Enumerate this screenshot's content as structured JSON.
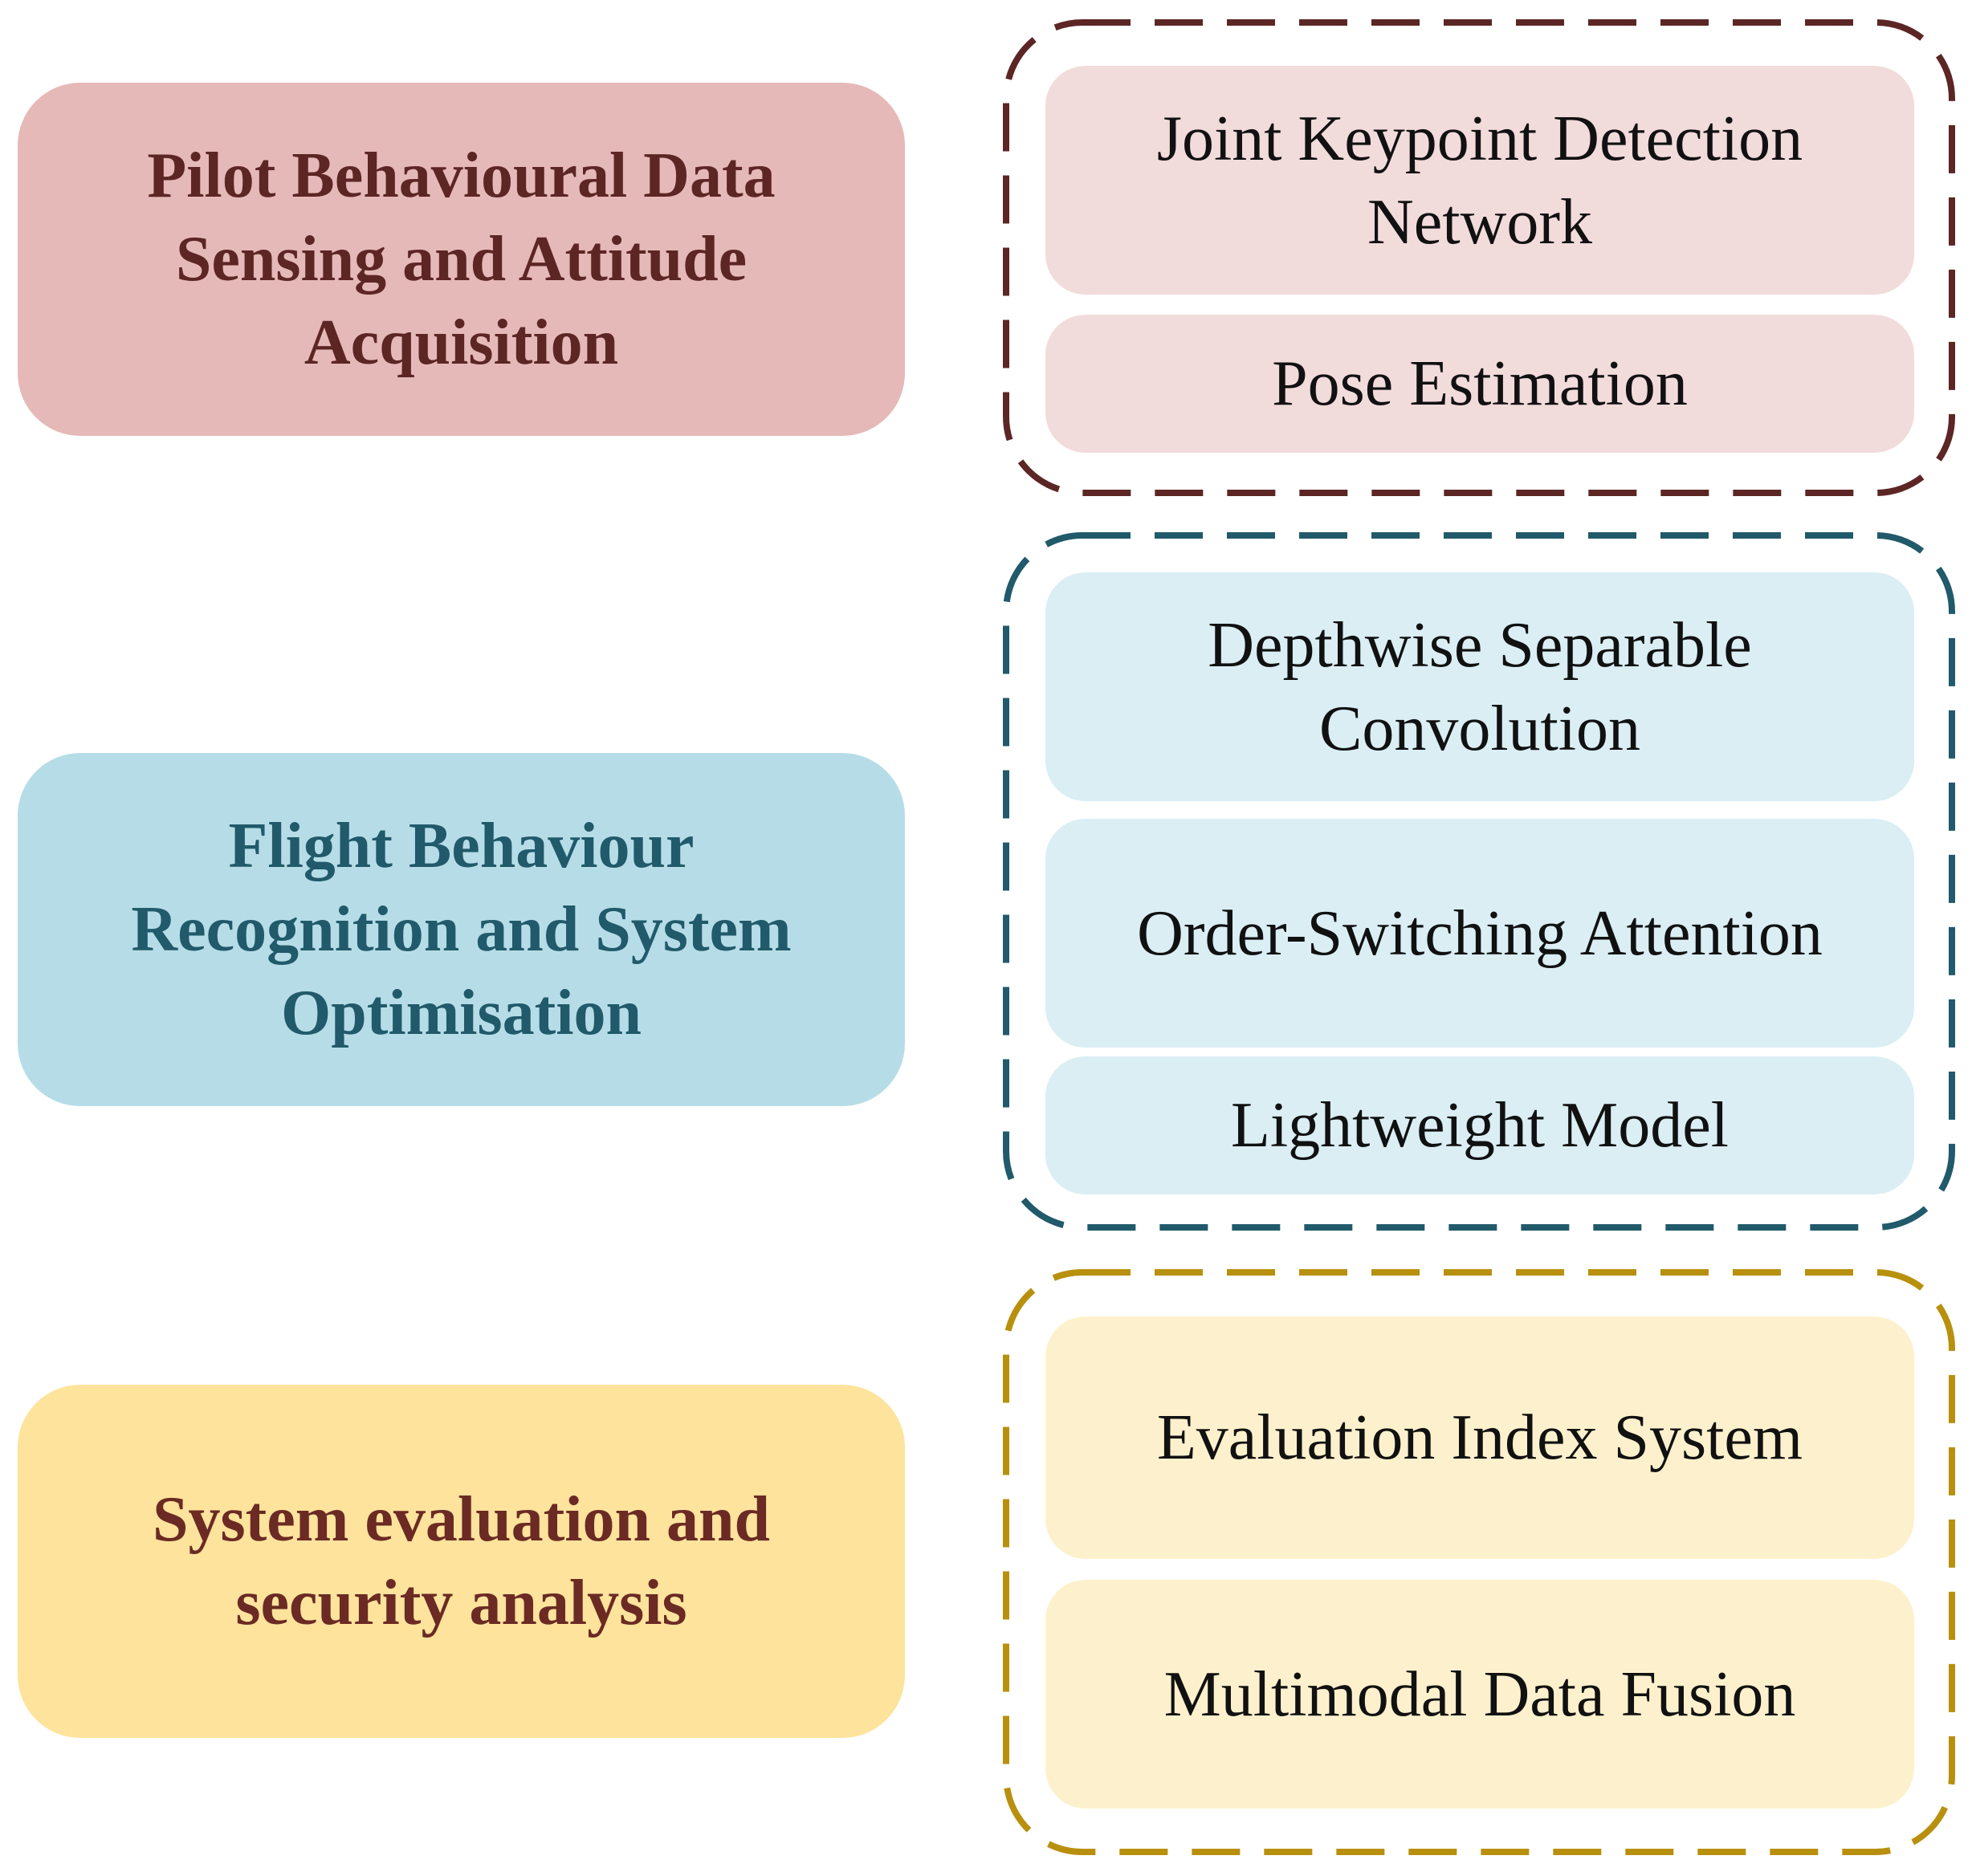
{
  "colors": {
    "group1_main_fill": "#e5b9b8",
    "group1_main_text": "#5c2625",
    "group1_sub_fill": "#f2dbdb",
    "group1_frame": "#5c2625",
    "group2_main_fill": "#b6dde7",
    "group2_main_text": "#215a6a",
    "group2_sub_fill": "#daeef4",
    "group2_frame": "#215a6a",
    "group3_main_fill": "#fde39c",
    "group3_main_text": "#6b2a24",
    "group3_sub_fill": "#fdf1cd",
    "group3_frame": "#b8900e"
  },
  "groups": [
    {
      "main_lines": [
        "Pilot Behavioural Data",
        "Sensing and Attitude",
        "Acquisition"
      ],
      "items": [
        {
          "lines": [
            "Joint Keypoint Detection",
            "Network"
          ]
        },
        {
          "lines": [
            "Pose Estimation"
          ]
        }
      ]
    },
    {
      "main_lines": [
        "Flight Behaviour",
        "Recognition and System",
        "Optimisation"
      ],
      "items": [
        {
          "lines": [
            "Depthwise Separable",
            "Convolution"
          ]
        },
        {
          "lines": [
            "Order-Switching Attention"
          ]
        },
        {
          "lines": [
            "Lightweight Model"
          ]
        }
      ]
    },
    {
      "main_lines": [
        "System evaluation and",
        "security analysis"
      ],
      "items": [
        {
          "lines": [
            "Evaluation Index System"
          ]
        },
        {
          "lines": [
            "Multimodal Data Fusion"
          ]
        }
      ]
    }
  ]
}
